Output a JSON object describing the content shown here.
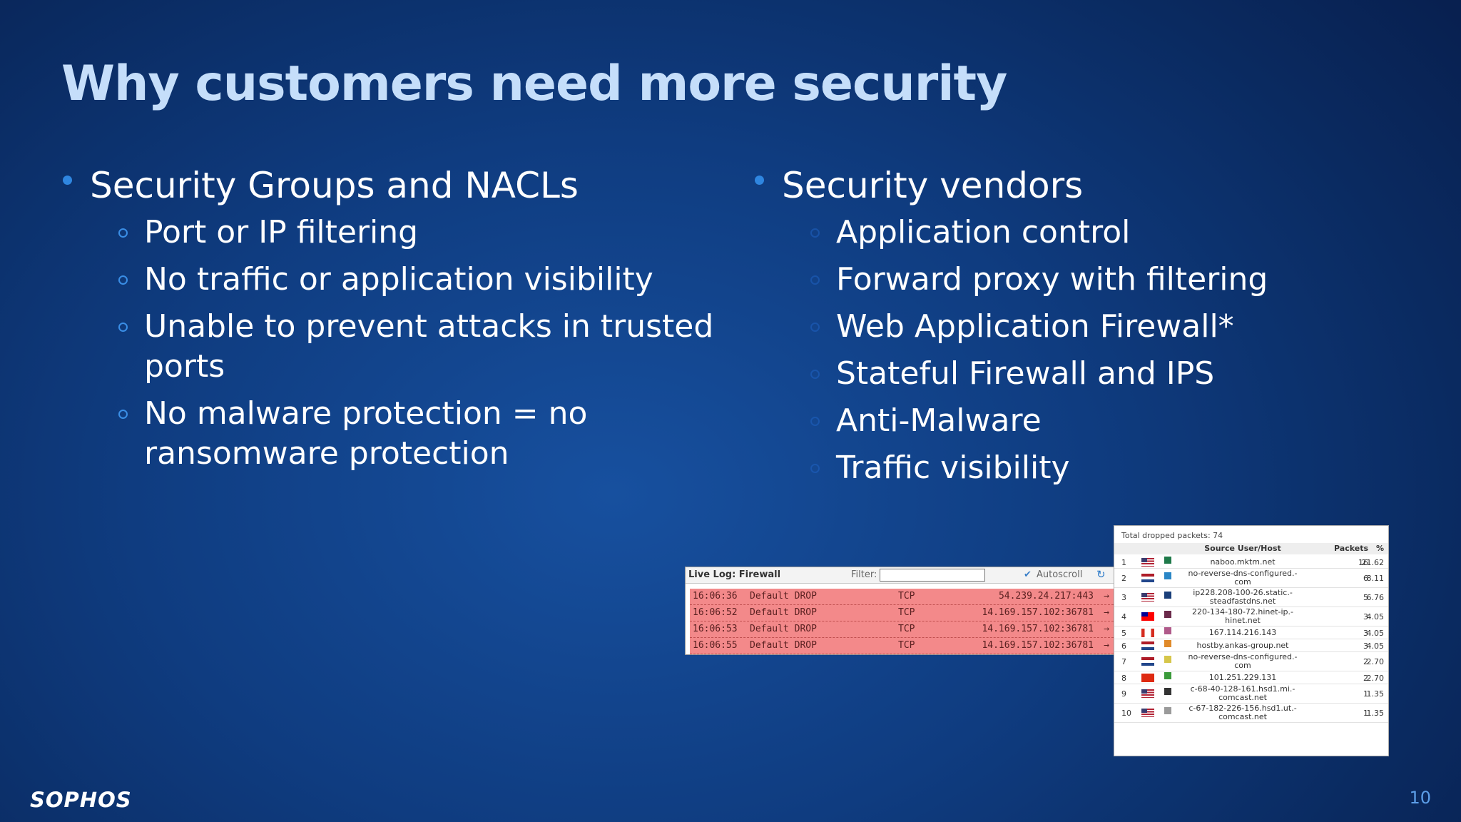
{
  "slide": {
    "title": "Why customers need more security",
    "page_number": "10",
    "logo_text": "SOPHOS"
  },
  "left_column": {
    "heading": "Security Groups and NACLs",
    "items": [
      {
        "lines": [
          "Port or IP filtering"
        ]
      },
      {
        "lines": [
          "No traffic or application visibility"
        ]
      },
      {
        "lines": [
          "Unable to prevent attacks in trusted",
          "ports"
        ]
      },
      {
        "lines": [
          "No malware protection = no",
          "ransomware protection"
        ]
      }
    ]
  },
  "right_column": {
    "heading": "Security vendors",
    "items": [
      "Application control",
      "Forward proxy with filtering",
      "Web Application Firewall*",
      "Stateful Firewall and IPS",
      "Anti-Malware",
      "Traffic visibility"
    ]
  },
  "live_log": {
    "title": "Live Log: Firewall",
    "filter_label": "Filter:",
    "autoscroll_label": "Autoscroll",
    "autoscroll_checked": true,
    "row_color": "#f3898a",
    "rows": [
      {
        "time": "16:06:36",
        "action": "Default DROP",
        "proto": "TCP",
        "dest": "54.239.24.217:443"
      },
      {
        "time": "16:06:52",
        "action": "Default DROP",
        "proto": "TCP",
        "dest": "14.169.157.102:36781"
      },
      {
        "time": "16:06:53",
        "action": "Default DROP",
        "proto": "TCP",
        "dest": "14.169.157.102:36781"
      },
      {
        "time": "16:06:55",
        "action": "Default DROP",
        "proto": "TCP",
        "dest": "14.169.157.102:36781"
      }
    ]
  },
  "dropped_packets": {
    "total_label": "Total dropped packets: 74",
    "columns": {
      "source": "Source User/Host",
      "packets": "Packets",
      "percent": "%"
    },
    "rows": [
      {
        "n": "1",
        "flag": "us",
        "swatch": "#1f7a4a",
        "host": [
          "naboo.mktm.net"
        ],
        "packets": "16",
        "percent": "21.62"
      },
      {
        "n": "2",
        "flag": "nl",
        "swatch": "#2a86c6",
        "host": [
          "no-reverse-dns-configured.-",
          "com"
        ],
        "packets": "6",
        "percent": "8.11"
      },
      {
        "n": "3",
        "flag": "us",
        "swatch": "#1a3f7a",
        "host": [
          "ip228.208-100-26.static.-",
          "steadfastdns.net"
        ],
        "packets": "5",
        "percent": "6.76"
      },
      {
        "n": "4",
        "flag": "tw",
        "swatch": "#6a2a4a",
        "host": [
          "220-134-180-72.hinet-ip.-",
          "hinet.net"
        ],
        "packets": "3",
        "percent": "4.05"
      },
      {
        "n": "5",
        "flag": "ca",
        "swatch": "#b05a8a",
        "host": [
          "167.114.216.143"
        ],
        "packets": "3",
        "percent": "4.05"
      },
      {
        "n": "6",
        "flag": "nl",
        "swatch": "#e08a2a",
        "host": [
          "hostby.ankas-group.net"
        ],
        "packets": "3",
        "percent": "4.05"
      },
      {
        "n": "7",
        "flag": "nl",
        "swatch": "#d6c64a",
        "host": [
          "no-reverse-dns-configured.-",
          "com"
        ],
        "packets": "2",
        "percent": "2.70"
      },
      {
        "n": "8",
        "flag": "cn",
        "swatch": "#3a9a3a",
        "host": [
          "101.251.229.131"
        ],
        "packets": "2",
        "percent": "2.70"
      },
      {
        "n": "9",
        "flag": "us",
        "swatch": "#333333",
        "host": [
          "c-68-40-128-161.hsd1.mi.-",
          "comcast.net"
        ],
        "packets": "1",
        "percent": "1.35"
      },
      {
        "n": "10",
        "flag": "us",
        "swatch": "#9a9a9a",
        "host": [
          "c-67-182-226-156.hsd1.ut.-",
          "comcast.net"
        ],
        "packets": "1",
        "percent": "1.35"
      }
    ]
  }
}
